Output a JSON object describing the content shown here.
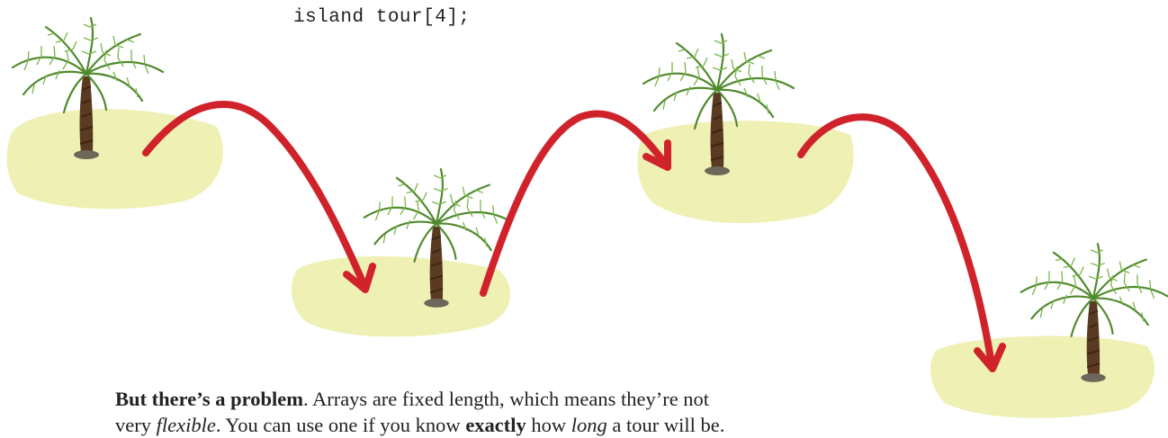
{
  "code_line": "island tour[4];",
  "paragraph": {
    "lead": "But there’s a problem",
    "line1_rest": ". Arrays are fixed length, which means they’re not",
    "line2_a": "very ",
    "line2_flexible": "flexible",
    "line2_b": ". You can use one if you know ",
    "line2_exactly": "exactly",
    "line2_c": " how ",
    "line2_long": "long",
    "line2_d": " a tour will be."
  },
  "colors": {
    "island": "#eef0b4",
    "arrow": "#d0222a",
    "palm_leaf": "#5f9a3a",
    "palm_trunk": "#5a3b22"
  },
  "icons": [
    "palm-tree",
    "island",
    "hop-arrow"
  ]
}
